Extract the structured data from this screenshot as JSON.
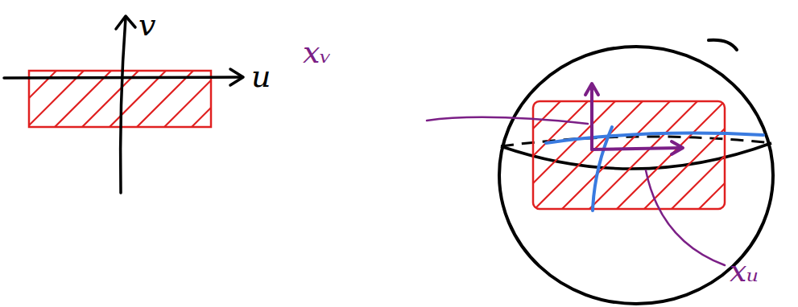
{
  "diagram": {
    "labels": [
      "v",
      "u",
      "xᵥ",
      "xᵤ"
    ]
  }
}
